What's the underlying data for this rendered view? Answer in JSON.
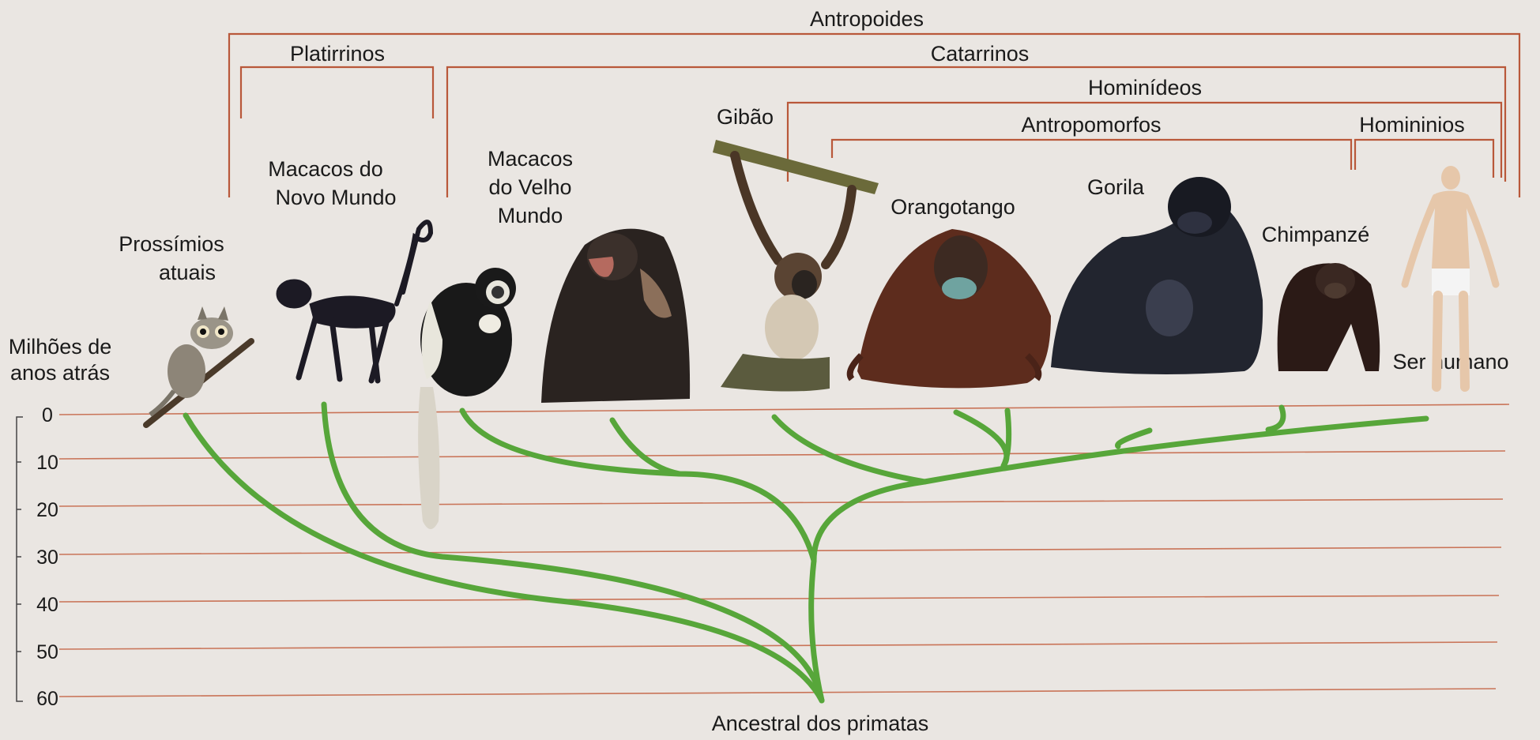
{
  "clades": {
    "antropoides": "Antropoides",
    "platirrinos": "Platirrinos",
    "catarrinos": "Catarrinos",
    "hominideos": "Hominídeos",
    "antropomorfos": "Antropomorfos",
    "gibao": "Gibão",
    "homininios": "Homininios"
  },
  "taxa": {
    "prossimios": [
      "Prossímios",
      "atuais"
    ],
    "novo_mundo": [
      "Macacos do",
      "Novo Mundo"
    ],
    "velho_mundo": [
      "Macacos",
      "do Velho",
      "Mundo"
    ],
    "orangotango": "Orangotango",
    "gorila": "Gorila",
    "chimpanze": "Chimpanzé",
    "humano": "Ser humano"
  },
  "axis": {
    "title": [
      "Milhões de",
      "anos atrás"
    ],
    "ticks": [
      "0",
      "10",
      "20",
      "30",
      "40",
      "50",
      "60"
    ]
  },
  "root_label": "Ancestral dos primatas",
  "colors": {
    "branch": "#57a63a",
    "bracket": "#b9583a",
    "gridline": "#c97458",
    "background": "#eae6e2"
  },
  "icons": [
    "tarsier-icon",
    "spider-monkey-icon",
    "colobus-monkey-icon",
    "baboon-icon",
    "gibbon-icon",
    "orangutan-icon",
    "gorilla-icon",
    "chimpanzee-icon",
    "human-icon"
  ]
}
